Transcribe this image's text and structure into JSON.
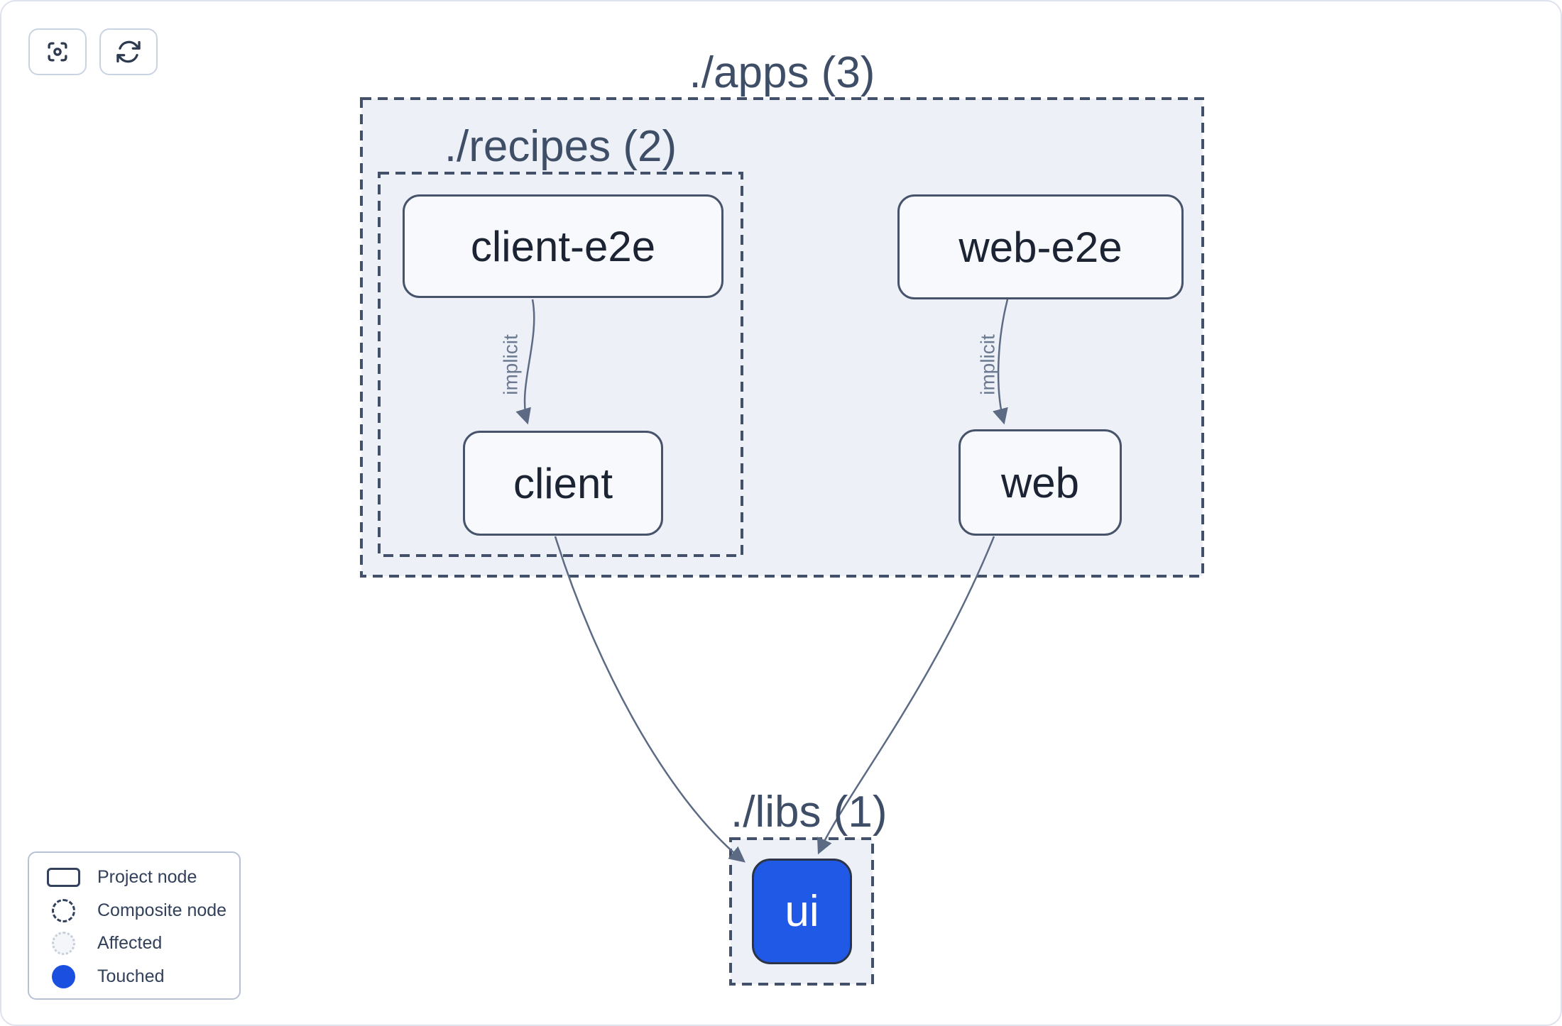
{
  "toolbar": {
    "focus_button": {
      "icon": "focus-frame-icon"
    },
    "refresh_button": {
      "icon": "refresh-icon"
    }
  },
  "graph": {
    "groups": [
      {
        "id": "apps",
        "label": "./apps (3)"
      },
      {
        "id": "recipes",
        "label": "./recipes (2)"
      },
      {
        "id": "libs",
        "label": "./libs (1)"
      }
    ],
    "nodes": [
      {
        "id": "client-e2e",
        "label": "client-e2e",
        "state": "default"
      },
      {
        "id": "web-e2e",
        "label": "web-e2e",
        "state": "default"
      },
      {
        "id": "client",
        "label": "client",
        "state": "default"
      },
      {
        "id": "web",
        "label": "web",
        "state": "default"
      },
      {
        "id": "ui",
        "label": "ui",
        "state": "touched"
      }
    ],
    "edges": [
      {
        "from": "client-e2e",
        "to": "client",
        "label": "implicit"
      },
      {
        "from": "web-e2e",
        "to": "web",
        "label": "implicit"
      },
      {
        "from": "client",
        "to": "ui",
        "label": ""
      },
      {
        "from": "web",
        "to": "ui",
        "label": ""
      }
    ]
  },
  "legend": {
    "items": [
      {
        "swatch": "project",
        "label": "Project node"
      },
      {
        "swatch": "composite",
        "label": "Composite node"
      },
      {
        "swatch": "affected",
        "label": "Affected"
      },
      {
        "swatch": "touched",
        "label": "Touched"
      }
    ]
  },
  "colors": {
    "touched_blue": "#2059e6",
    "dashed_slate": "#43506a",
    "edge_slate": "#5c6b83",
    "container_fill": "#edf1f7",
    "node_fill": "#f7f9fc",
    "node_border": "#46536b",
    "page_border": "#dde2ee"
  }
}
